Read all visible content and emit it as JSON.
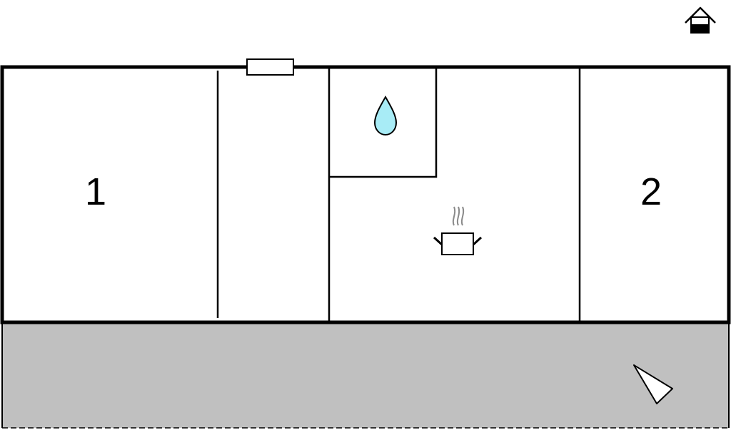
{
  "rooms": [
    {
      "id": "room-1",
      "label": "1"
    },
    {
      "id": "room-2",
      "label": "2"
    }
  ],
  "icons": {
    "house": "house-icon",
    "water": "water-drop-icon",
    "kitchen": "cooking-pot-icon",
    "window": "window-icon",
    "compass": "north-arrow-icon"
  },
  "colors": {
    "wall": "#000000",
    "terrace": "#c0c0c0",
    "water": "#a8ecf6",
    "steam": "#8a8a8a",
    "background": "#ffffff"
  }
}
